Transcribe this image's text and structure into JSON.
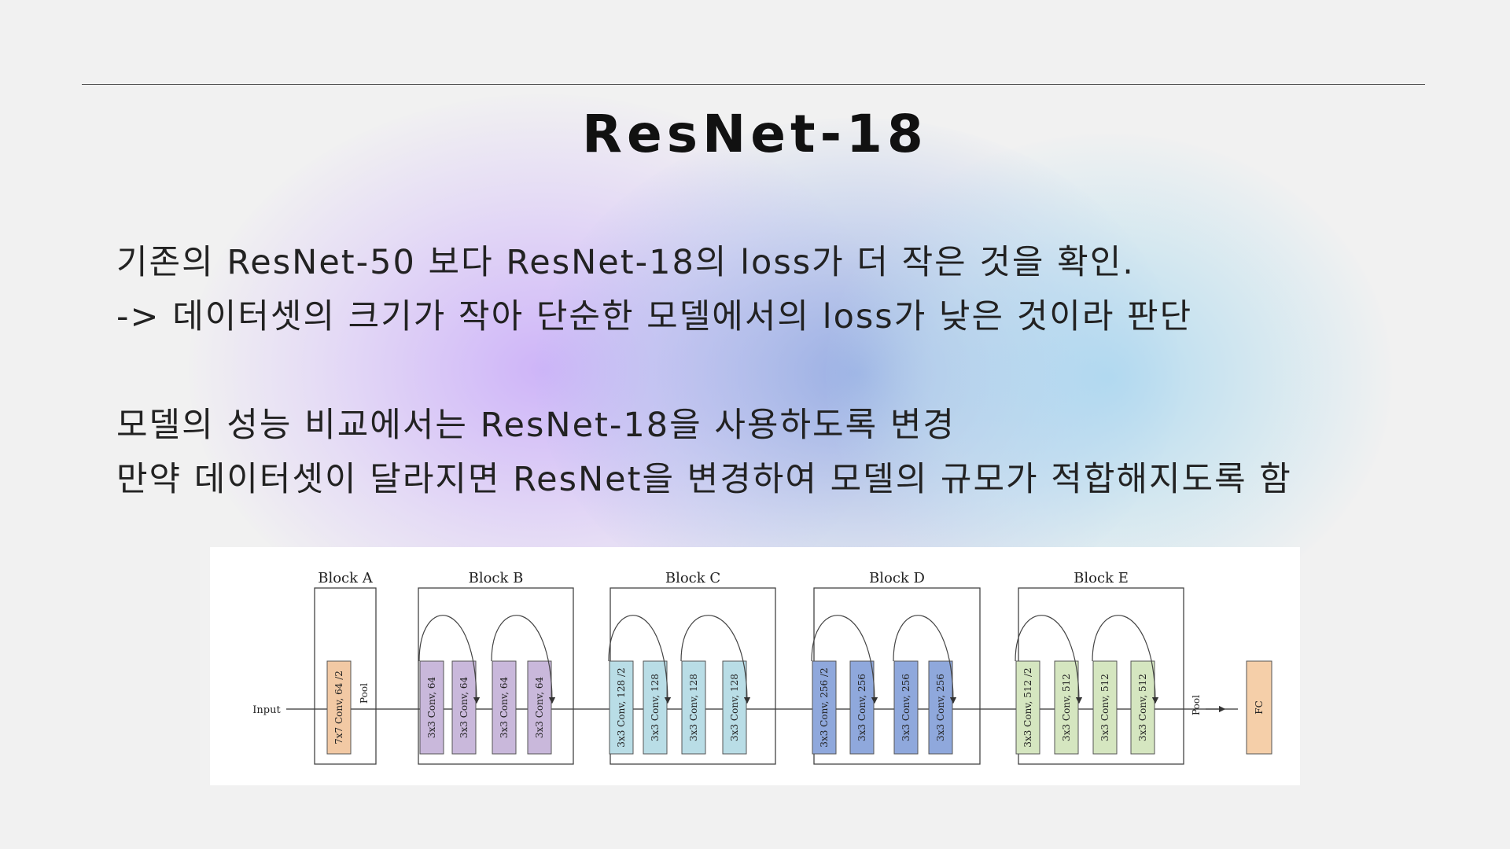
{
  "slide": {
    "title": "ResNet-18",
    "body_lines": [
      "기존의 ResNet-50 보다 ResNet-18의 loss가 더 작은 것을 확인.",
      "-> 데이터셋의 크기가 작아 단순한 모델에서의 loss가 낮은 것이라 판단",
      "",
      "모델의 성능 비교에서는 ResNet-18을 사용하도록 변경",
      "만약 데이터셋이 달라지면 ResNet을 변경하여 모델의 규모가 적합해지도록 함"
    ]
  },
  "diagram": {
    "input_label": "Input",
    "blocks": [
      {
        "title": "Block A",
        "layers": [
          {
            "label": "7x7 Conv, 64 /2",
            "color": "#f2c9a4"
          }
        ],
        "pool_label": "Pool",
        "skips": 0
      },
      {
        "title": "Block B",
        "layers": [
          {
            "label": "3x3 Conv, 64",
            "color": "#c9b8db"
          },
          {
            "label": "3x3 Conv, 64",
            "color": "#c9b8db"
          },
          {
            "label": "3x3 Conv, 64",
            "color": "#c9b8db"
          },
          {
            "label": "3x3 Conv, 64",
            "color": "#c9b8db"
          }
        ],
        "skips": 2
      },
      {
        "title": "Block C",
        "layers": [
          {
            "label": "3x3 Conv, 128 /2",
            "color": "#b9dde6"
          },
          {
            "label": "3x3 Conv, 128",
            "color": "#b9dde6"
          },
          {
            "label": "3x3 Conv, 128",
            "color": "#b9dde6"
          },
          {
            "label": "3x3 Conv, 128",
            "color": "#b9dde6"
          }
        ],
        "skips": 2
      },
      {
        "title": "Block D",
        "layers": [
          {
            "label": "3x3 Conv, 256 /2",
            "color": "#8fa8dc"
          },
          {
            "label": "3x3 Conv, 256",
            "color": "#8fa8dc"
          },
          {
            "label": "3x3 Conv, 256",
            "color": "#8fa8dc"
          },
          {
            "label": "3x3 Conv, 256",
            "color": "#8fa8dc"
          }
        ],
        "skips": 2
      },
      {
        "title": "Block E",
        "layers": [
          {
            "label": "3x3 Conv, 512 /2",
            "color": "#d5e6c0"
          },
          {
            "label": "3x3 Conv, 512",
            "color": "#d5e6c0"
          },
          {
            "label": "3x3 Conv, 512",
            "color": "#d5e6c0"
          },
          {
            "label": "3x3 Conv, 512",
            "color": "#d5e6c0"
          }
        ],
        "skips": 2
      }
    ],
    "final_pool_label": "Pool",
    "fc": {
      "label": "FC",
      "color": "#f5cfa9"
    }
  }
}
